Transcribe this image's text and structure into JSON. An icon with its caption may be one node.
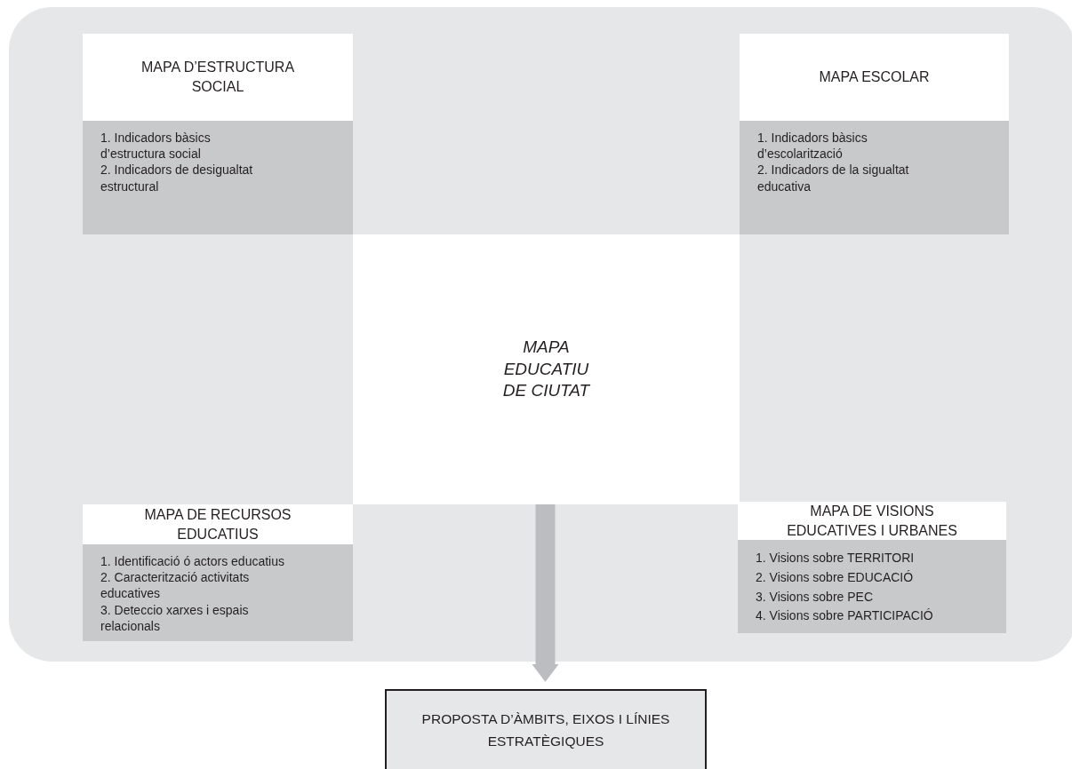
{
  "diagram": {
    "nodes": [
      {
        "text": [],
        "shape": "box"
      },
      {
        "text": [
          "MAPA D’ESTRUCTURA SOCIAL",
          "1. Indicadors bàsics d’estructura social",
          "2. Indicadors de desigualtat estructural"
        ],
        "in": 0
      },
      {
        "text": [
          "MAPA ESCOLAR",
          "1. Indicadors bàsics d’escolarització",
          "2. Indicadors de la sigualtat educativa"
        ],
        "in": 0
      },
      {
        "text": [
          "MAPA EDUCATIU DE CIUTAT"
        ],
        "in": 0
      },
      {
        "text": [
          "MAPA DE RECURSOS EDUCATIUS",
          "1. Identificació ó actors educatius",
          "2. Caracterització activitats educatives",
          "3. Deteccio xarxes i espais relacionals"
        ],
        "in": 0
      },
      {
        "text": [
          "MAPA DE VISIONS EDUCATIVES I URBANES",
          "1. Visions sobre TERRITORI",
          "2. Visions sobre EDUCACIÓ",
          "3. Visions sobre PEC",
          "4. Visions sobre PARTICIPACIÓ"
        ],
        "in": 0
      },
      {
        "text": [
          "PROPOSTA D’ÀMBITS, EIXOS I LÍNIES ESTRATÈGIQUES"
        ]
      }
    ],
    "edges": [
      {
        "from": 3,
        "to": 6,
        "arrow": "to"
      }
    ]
  }
}
